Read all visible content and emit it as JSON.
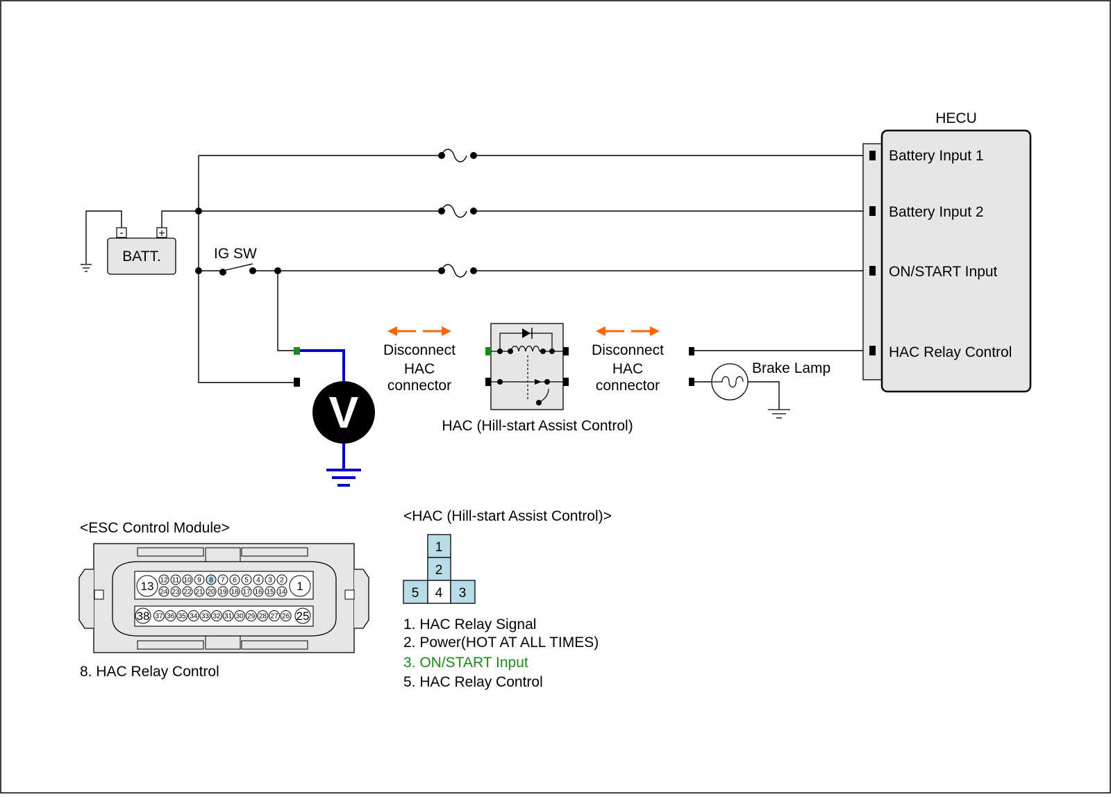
{
  "colors": {
    "wire": "#000000",
    "meter_lead": "#0000cc",
    "probe_tip": "#1a8a1a",
    "arrow": "#ff6600",
    "box_fill": "#e6e6e6",
    "relay_pin_fill": "#b8dce8",
    "legend_highlight": "#1a8a1a"
  },
  "circuit": {
    "battery_label": "BATT.",
    "battery_minus": "-",
    "battery_plus": "+",
    "ig_switch_label": "IG SW",
    "meter_symbol": "V",
    "disconnect_left": [
      "Disconnect",
      "HAC",
      "connector"
    ],
    "disconnect_right": [
      "Disconnect",
      "HAC",
      "connector"
    ],
    "hac_unit_label": "HAC (Hill-start Assist Control)",
    "brake_lamp_label": "Brake Lamp",
    "hecu": {
      "title": "HECU",
      "inputs": [
        "Battery Input 1",
        "Battery Input 2",
        "ON/START Input",
        "HAC Relay Control"
      ]
    }
  },
  "esc_module": {
    "title": "<ESC Control Module>",
    "row1_large_left": "13",
    "row1_large_right": "1",
    "row1_small": [
      "12",
      "11",
      "10",
      "9",
      "8",
      "7",
      "6",
      "5",
      "4",
      "3",
      "2"
    ],
    "row2_small": [
      "24",
      "23",
      "22",
      "21",
      "20",
      "19",
      "18",
      "17",
      "16",
      "15",
      "14"
    ],
    "row3_large_left": "38",
    "row3_large_right": "25",
    "row3_small": [
      "37",
      "36",
      "35",
      "34",
      "33",
      "32",
      "31",
      "30",
      "29",
      "28",
      "27",
      "26"
    ],
    "highlight_pin": "8",
    "caption": "8. HAC Relay Control"
  },
  "hac_connector": {
    "title": "<HAC (Hill-start Assist Control)>",
    "pins": [
      "1",
      "2",
      "5",
      "4",
      "3"
    ],
    "legend": [
      "1. HAC Relay Signal",
      "2. Power(HOT AT ALL TIMES)",
      "3. ON/START Input",
      "5. HAC Relay Control"
    ],
    "highlight_legend_index": 2
  }
}
